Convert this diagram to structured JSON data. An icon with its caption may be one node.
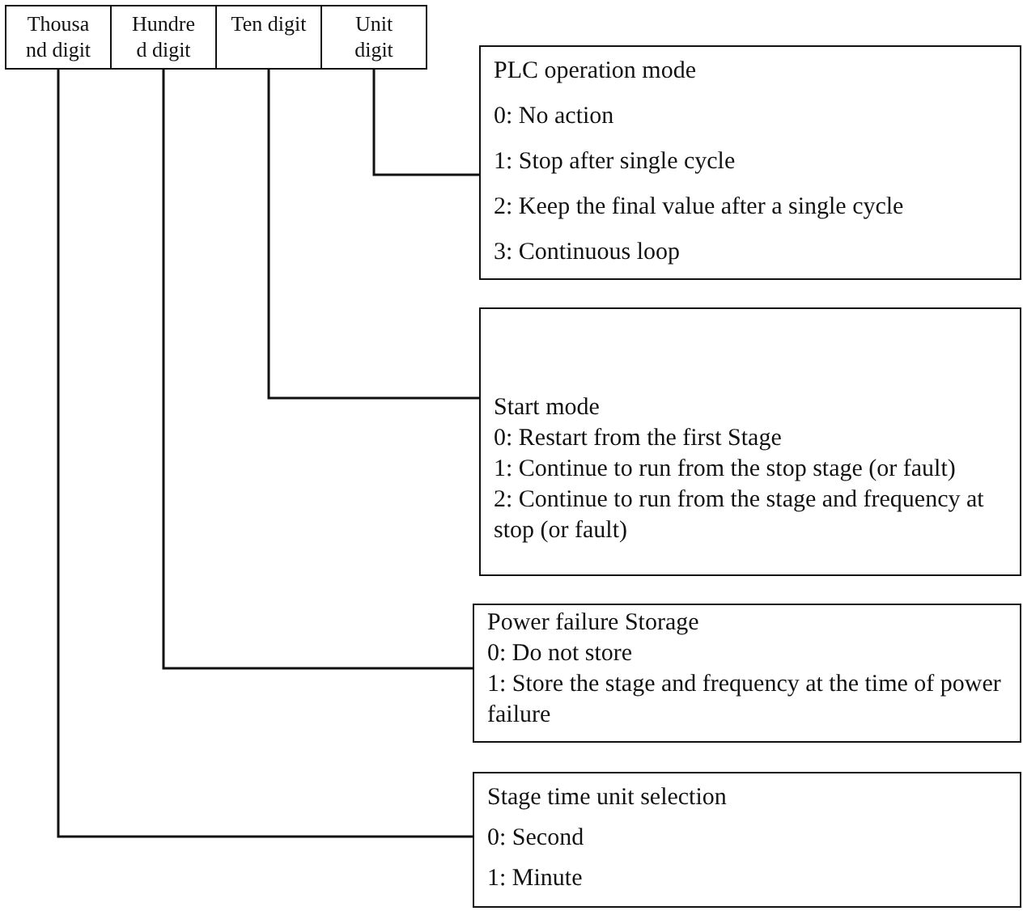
{
  "diagram": {
    "nodes": [
      {
        "text": [
          "Thousa nd digit"
        ]
      },
      {
        "text": [
          "Hundre d digit"
        ]
      },
      {
        "text": [
          "Ten digit"
        ]
      },
      {
        "text": [
          "Unit digit"
        ]
      },
      {
        "text": [
          "PLC operation mode",
          "0: No action",
          "1: Stop after single cycle",
          "2: Keep the final value after a single cycle",
          "3: Continuous loop"
        ]
      },
      {
        "text": [
          "Start mode",
          "0: Restart from the first Stage",
          "1: Continue to run from the stop stage (or fault)",
          "2: Continue to run from the stage and frequency at stop (or fault)"
        ]
      },
      {
        "text": [
          "Power failure Storage",
          "0: Do not store",
          "1: Store the stage and frequency at the time of power failure"
        ]
      },
      {
        "text": [
          "Stage time unit selection",
          "0: Second",
          "1: Minute"
        ]
      }
    ],
    "edges": [
      {
        "from": 3,
        "to": 4,
        "arrow": "none"
      },
      {
        "from": 2,
        "to": 5,
        "arrow": "none"
      },
      {
        "from": 1,
        "to": 6,
        "arrow": "none"
      },
      {
        "from": 0,
        "to": 7,
        "arrow": "none"
      }
    ]
  }
}
